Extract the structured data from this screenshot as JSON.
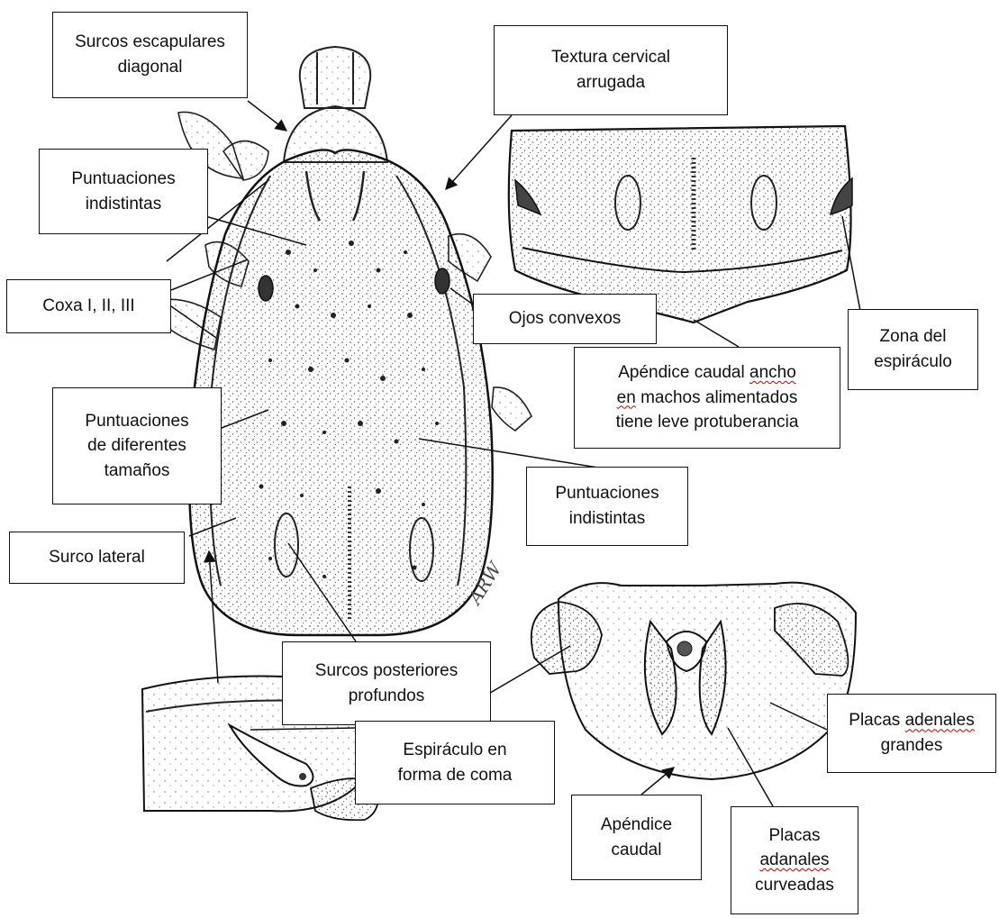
{
  "labels": {
    "surcos_escapulares": "Surcos escapulares\ndiagonal",
    "textura_cervical": "Textura cervical\narrugada",
    "puntuaciones_indistintas_1": "Puntuaciones\nindistintas",
    "coxa": "Coxa I, II, III",
    "ojos_convexos": "Ojos convexos",
    "zona_espiraculo": "Zona del\nespiráculo",
    "apendice_caudal_ancho_l1a": "Apéndice caudal ",
    "apendice_caudal_ancho_l1b": "ancho",
    "apendice_caudal_ancho_l2a": "en",
    "apendice_caudal_ancho_l2b": " machos alimentados",
    "apendice_caudal_ancho_l3": "tiene leve protuberancia",
    "puntuaciones_tamanos": "Puntuaciones\nde diferentes\ntamaños",
    "puntuaciones_indistintas_2": "Puntuaciones\nindistintas",
    "surco_lateral": "Surco lateral",
    "surcos_posteriores": "Surcos posteriores\nprofundos",
    "espiraculo_coma": "Espiráculo en\nforma de coma",
    "placas_adenales_l1a": "Placas ",
    "placas_adenales_l1b": "adenales",
    "placas_adenales_l2": "grandes",
    "apendice_caudal": "Apéndice\ncaudal",
    "placas_adanales_l1": "Placas",
    "placas_adanales_l2": "adanales",
    "placas_adanales_l3": "curveadas"
  },
  "artist_signature": "ARW",
  "colors": {
    "ink": "#111111",
    "box_border": "#111111",
    "spellcheck_squiggle": "#c00000"
  }
}
